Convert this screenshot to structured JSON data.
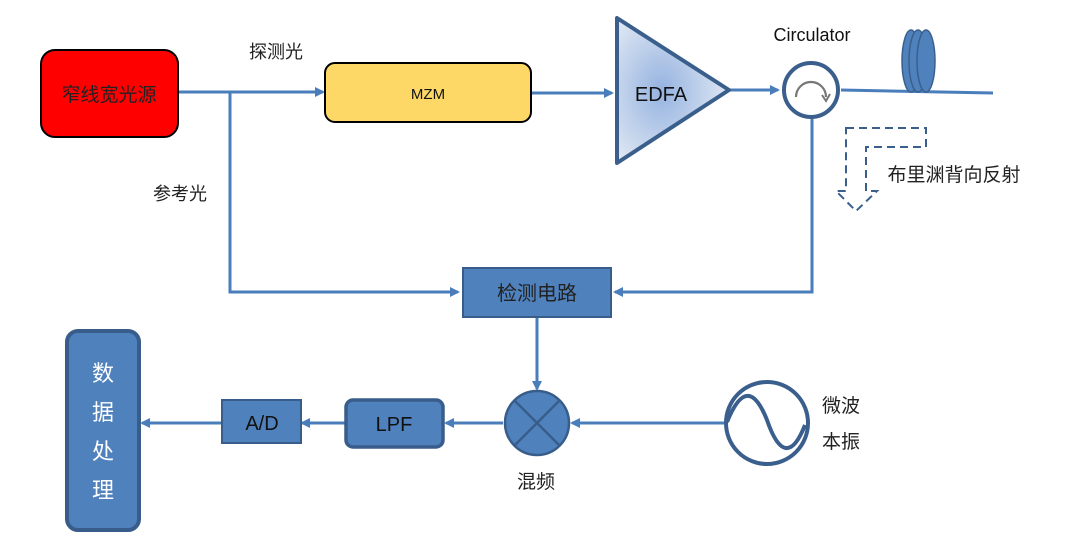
{
  "title": "BOTDR microwave heterodyne detection system block diagram",
  "colors": {
    "line": "#4a7ebb",
    "block_fill": "#4f81bd",
    "block_stroke": "#385d8a",
    "dark_stroke": "#3a5f8c",
    "source_fill": "#ff0000",
    "mzm_fill": "#fdd866",
    "text": "#222222"
  },
  "blocks": {
    "source": "窄线宽光源",
    "mzm": "MZM",
    "edfa": "EDFA",
    "circulator": "Circulator",
    "detector": "检测电路",
    "mixer": "混频",
    "lpf": "LPF",
    "adc": "A/D",
    "processing": [
      "数",
      "据",
      "处",
      "理"
    ],
    "lo": [
      "微波",
      "本振"
    ]
  },
  "labels": {
    "probe": "探测光",
    "reference": "参考光",
    "backscatter": "布里渊背向反射"
  },
  "icons": {
    "circulator": "circular-arrow-icon",
    "fiber": "fiber-spool-icon",
    "mixer": "multiplier-cross-icon",
    "lo": "sine-wave-icon"
  }
}
